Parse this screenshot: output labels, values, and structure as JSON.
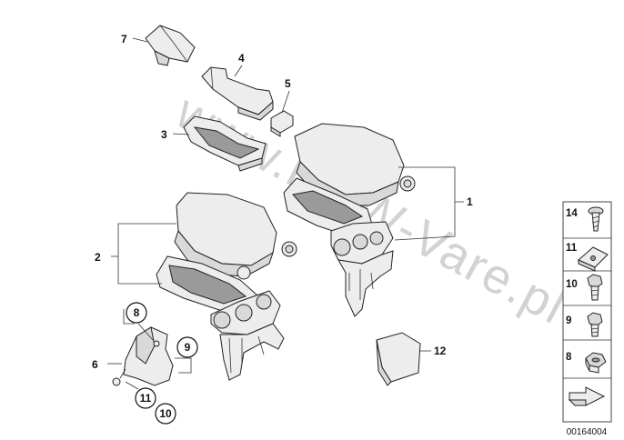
{
  "watermark": "www.BMW-Vare.pl",
  "diagram_code": "00164004",
  "callouts": {
    "p1": "1",
    "p2": "2",
    "p3": "3",
    "p4": "4",
    "p5": "5",
    "p6": "6",
    "p7": "7",
    "p12": "12",
    "c8": "8",
    "c9": "9",
    "c10": "10",
    "c11": "11"
  },
  "sidebar": {
    "items": [
      {
        "label": "14",
        "icon": "screw-icon"
      },
      {
        "label": "11",
        "icon": "clip-nut-icon"
      },
      {
        "label": "10",
        "icon": "hex-bolt-icon"
      },
      {
        "label": "9",
        "icon": "bolt-icon"
      },
      {
        "label": "8",
        "icon": "hex-nut-icon"
      }
    ]
  }
}
